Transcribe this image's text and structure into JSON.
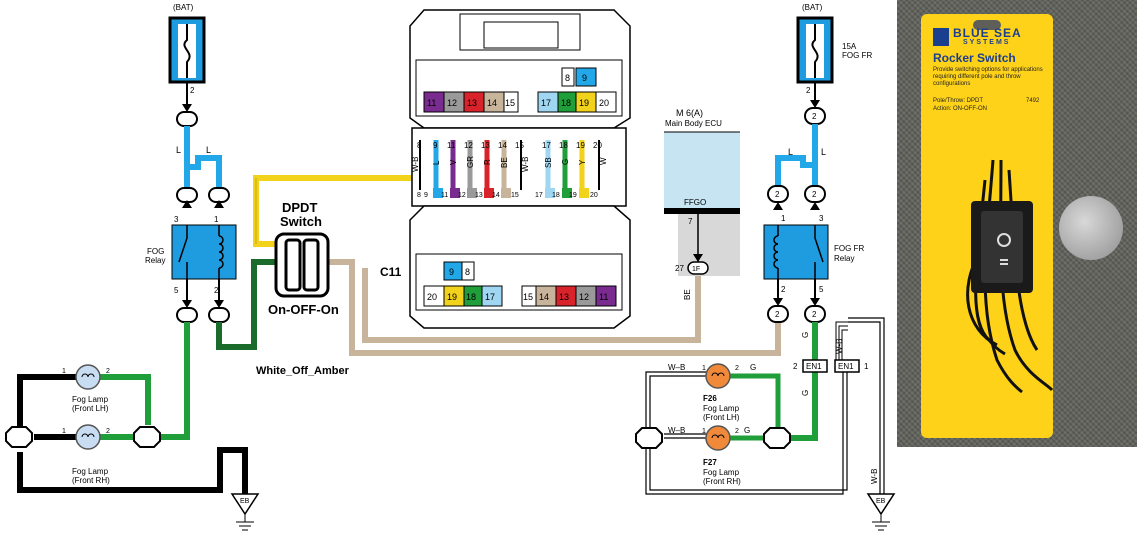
{
  "left_circuit": {
    "battery_label": "(BAT)",
    "wire_color_l1": "L",
    "wire_color_l2": "L",
    "fuse_pin": "2",
    "relay_label_1": "FOG",
    "relay_label_2": "Relay",
    "relay_pins": [
      "3",
      "1",
      "5",
      "2"
    ],
    "lamp_lh_pins": [
      "1",
      "2"
    ],
    "lamp_rh_pins": [
      "1",
      "2"
    ],
    "lamp_lh_label_1": "Fog Lamp",
    "lamp_lh_label_2": "(Front LH)",
    "lamp_rh_label_1": "Fog Lamp",
    "lamp_rh_label_2": "(Front RH)",
    "ground_label": "EB"
  },
  "switch": {
    "title_1": "DPDT",
    "title_2": "Switch",
    "mode": "On-OFF-On",
    "wiring_note": "White_Off_Amber"
  },
  "connector": {
    "name": "C11",
    "top_row": [
      "",
      "",
      "",
      "",
      "",
      "",
      "",
      "8",
      "9",
      ""
    ],
    "top_row2": [
      "11",
      "12",
      "13",
      "14",
      "15",
      "",
      "17",
      "18",
      "19",
      "20"
    ],
    "wire_row": [
      "8",
      "9",
      "11",
      "12",
      "13",
      "14",
      "15",
      "",
      "17",
      "18",
      "19",
      "20"
    ],
    "wire_colors": [
      "W-B",
      "L",
      "V",
      "GR",
      "R",
      "BE",
      "W-B",
      "",
      "SB",
      "G",
      "Y",
      "W"
    ],
    "bottom_row1": [
      "9",
      "8"
    ],
    "bottom_row2": [
      "20",
      "19",
      "18",
      "17",
      "",
      "15",
      "14",
      "13",
      "12",
      "11"
    ]
  },
  "ecu": {
    "id": "M 6(A)",
    "name": "Main Body ECU",
    "signal": "FFGO",
    "pin_top": "7",
    "pin_side": "27",
    "connector": "1F",
    "wire": "BE"
  },
  "right_circuit": {
    "battery_label": "(BAT)",
    "fuse_rating": "15A",
    "fuse_name": "FOG FR",
    "fuse_pin": "2",
    "wire_color_l1": "L",
    "wire_color_l2": "L",
    "relay_label_1": "FOG FR",
    "relay_label_2": "Relay",
    "connector_pin": "2",
    "relay_pins": [
      "1",
      "3",
      "2",
      "5"
    ],
    "wire_g": "G",
    "wire_wb": "W-B",
    "junction": "EN1",
    "junction_pins": [
      "2",
      "1"
    ],
    "f26_id": "F26",
    "f26_label_1": "Fog Lamp",
    "f26_label_2": "(Front LH)",
    "f27_id": "F27",
    "f27_label_1": "Fog Lamp",
    "f27_label_2": "(Front RH)",
    "lamp_pins": [
      "1",
      "2"
    ],
    "lamp_wire_wb": "W–B",
    "lamp_wire_g": "G",
    "ground_label": "EB"
  },
  "product_photo": {
    "brand_1": "BLUE SEA",
    "brand_2": "SYSTEMS",
    "title": "Rocker Switch",
    "description": "Provide switching options for applications requiring different pole and throw configurations",
    "pole_throw": "Pole/Throw: DPDT",
    "action": "Action: ON-OFF-ON",
    "part_number": "7492"
  },
  "colors": {
    "relay_blue": "#1f9be0",
    "wire_blue": "#22a8e8",
    "wire_green": "#1f9e3a",
    "wire_dark_green": "#1a6b2c",
    "wire_yellow": "#f2d21a",
    "wire_tan": "#c8b49a",
    "ecu_blue": "#c6e4f2",
    "lamp_blue": "#c9ddf2",
    "lamp_orange": "#f08a3a",
    "card_yellow": "#ffd21a"
  }
}
